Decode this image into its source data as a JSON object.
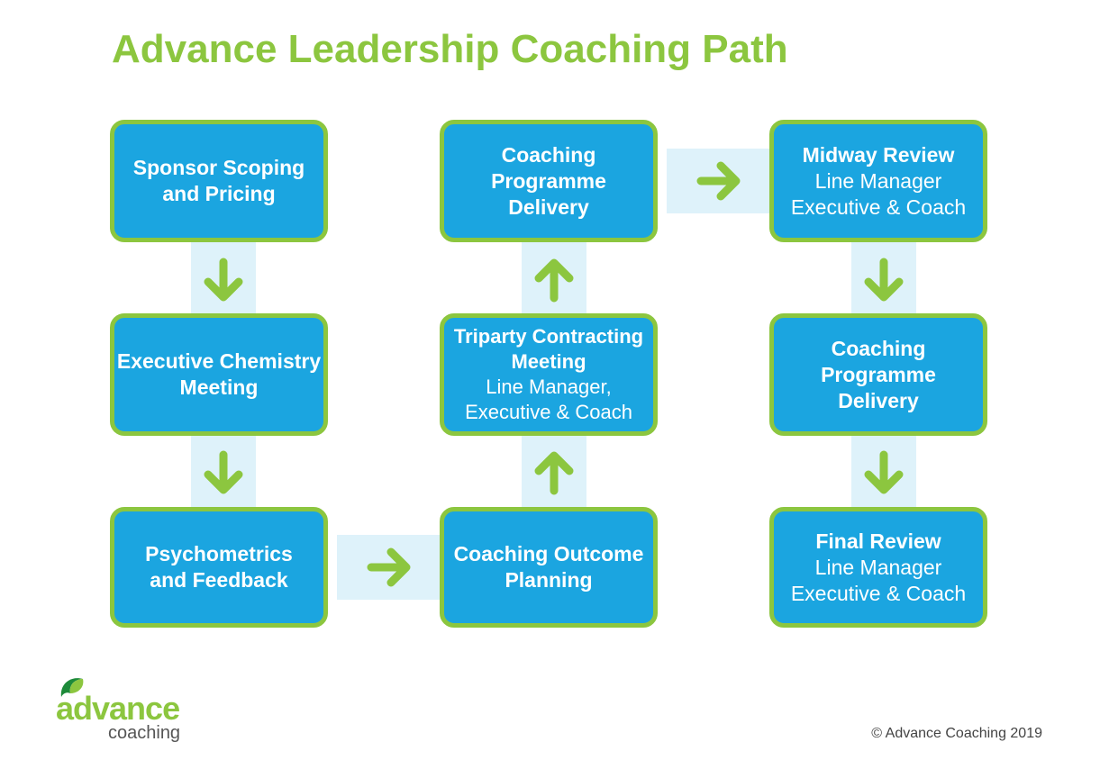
{
  "title": "Advance Leadership Coaching Path",
  "boxes": {
    "sponsor_scoping": {
      "bold": "Sponsor Scoping and Pricing"
    },
    "executive_chemistry": {
      "bold": "Executive Chemistry Meeting"
    },
    "psychometrics": {
      "bold": "Psychometrics and Feedback"
    },
    "coaching_outcome": {
      "bold": "Coaching Outcome Planning"
    },
    "triparty": {
      "bold": "Triparty Contracting Meeting",
      "detail1": "Line Manager,",
      "detail2": "Executive & Coach"
    },
    "programme_delivery_1": {
      "bold": "Coaching Programme Delivery"
    },
    "midway_review": {
      "bold": "Midway Review",
      "detail1": "Line Manager",
      "detail2": "Executive & Coach"
    },
    "programme_delivery_2": {
      "bold": "Coaching Programme Delivery"
    },
    "final_review": {
      "bold": "Final Review",
      "detail1": "Line Manager",
      "detail2": "Executive & Coach"
    }
  },
  "logo": {
    "word1": "advance",
    "word2": "coaching"
  },
  "copyright": "© Advance Coaching 2019",
  "colors": {
    "accent_green": "#8cc63f",
    "box_blue": "#1ba5e0",
    "connector_light_blue": "#def2fa",
    "text_white": "#ffffff"
  },
  "icons": {
    "down": "arrow-down-icon",
    "up": "arrow-up-icon",
    "right": "arrow-right-icon"
  }
}
